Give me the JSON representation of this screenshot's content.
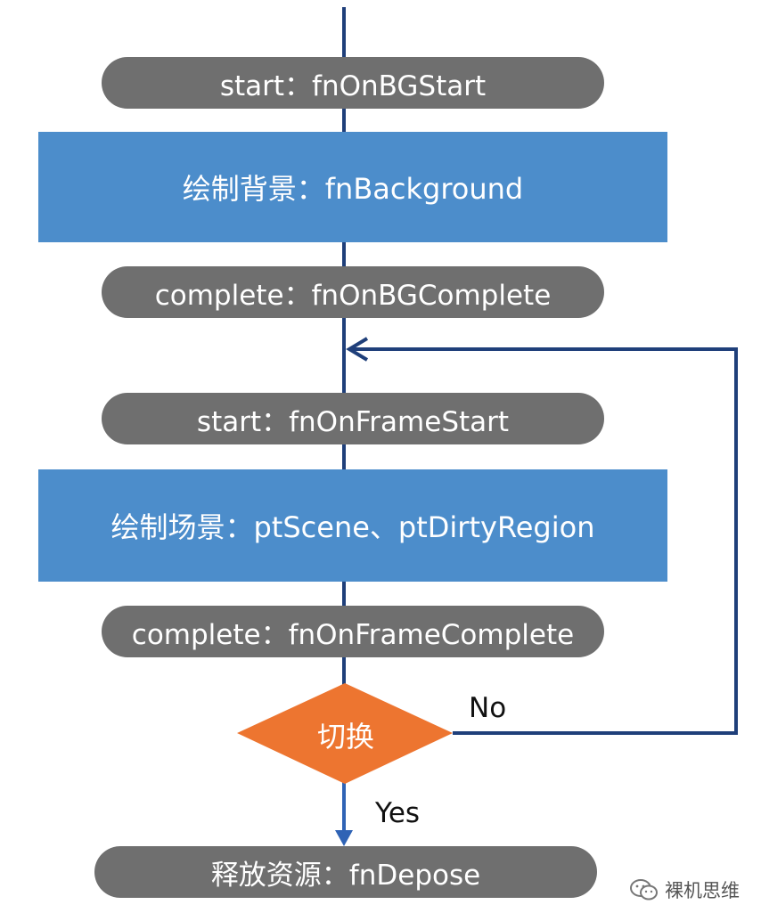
{
  "nodes": {
    "bg_start": "start：fnOnBGStart",
    "draw_background": "绘制背景：fnBackground",
    "bg_complete": "complete：fnOnBGComplete",
    "frame_start": "start：fnOnFrameStart",
    "draw_scene": "绘制场景：ptScene、ptDirtyRegion",
    "frame_complete": "complete：fnOnFrameComplete",
    "switch_decision": "切换",
    "release": "释放资源：fnDepose"
  },
  "edges": {
    "no_label": "No",
    "yes_label": "Yes"
  },
  "watermark": {
    "text": "裸机思维",
    "icon": "wechat-icon"
  },
  "colors": {
    "pill": "#6f6f6f",
    "process": "#4c8dcb",
    "decision": "#ed7530",
    "line": "#1f3f7a"
  }
}
